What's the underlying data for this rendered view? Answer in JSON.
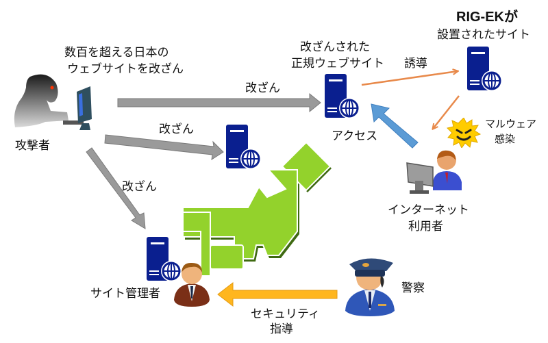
{
  "diagram": {
    "title": "RIG-EK改ざんサイト攻撃の流れ",
    "colors": {
      "server": "#0a1f8f",
      "gray_arrow": "#9a9a9a",
      "orange_arrow": "#e8894a",
      "blue_arrow": "#5b9bd5",
      "yellow_arrow": "#ffb61e",
      "japan_map": "#8fd12a"
    },
    "actors": {
      "attacker": {
        "label": "攻撃者",
        "caption_line1": "数百を超える日本の",
        "caption_line2": "ウェブサイトを改ざん"
      },
      "compromised_site": {
        "label_line1": "改ざんされた",
        "label_line2": "正規ウェブサイト"
      },
      "rig_ek_site": {
        "label_line1": "RIG-EKが",
        "label_line2": "設置されたサイト"
      },
      "internet_user": {
        "label_line1": "インターネット",
        "label_line2": "利用者"
      },
      "site_admin": {
        "label": "サイト管理者"
      },
      "police": {
        "label": "警察"
      }
    },
    "edges": {
      "tamper_1": "改ざん",
      "tamper_2": "改ざん",
      "tamper_3": "改ざん",
      "redirect": "誘導",
      "access": "アクセス",
      "malware_line1": "マルウェア",
      "malware_line2": "感染",
      "security_line1": "セキュリティ",
      "security_line2": "指導"
    }
  }
}
